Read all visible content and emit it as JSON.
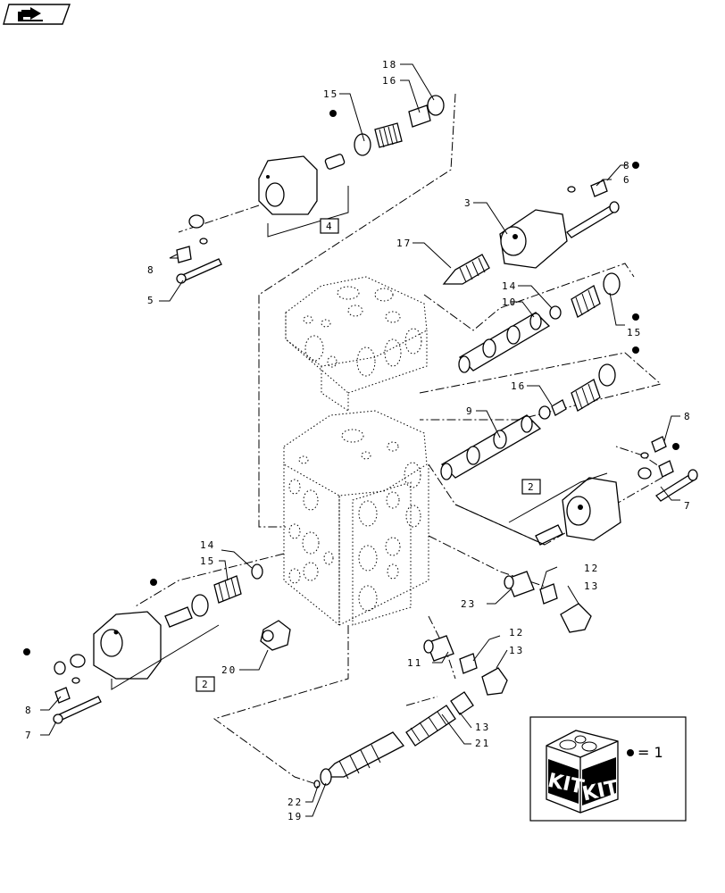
{
  "labels": {
    "p3": "3",
    "p5": "5",
    "p6": "6",
    "p7a": "7",
    "p7b": "7",
    "p8a": "8",
    "p8b": "8",
    "p8c": "8",
    "p9": "9",
    "p10": "10",
    "p11": "11",
    "p12a": "12",
    "p12b": "12",
    "p13a": "13",
    "p13b": "13",
    "p13c": "13",
    "p14a": "14",
    "p14b": "14",
    "p15a": "15",
    "p15b": "15",
    "p15c": "15",
    "p16a": "16",
    "p16b": "16",
    "p17": "17",
    "p18": "18",
    "p19": "19",
    "p20": "20",
    "p21": "21",
    "p22": "22",
    "p23": "23"
  },
  "boxes": {
    "b4": "4",
    "b2a": "2",
    "b2b": "2"
  },
  "kit": {
    "word_left": "KIT",
    "word_right": "KIT",
    "equals": "= 1"
  }
}
